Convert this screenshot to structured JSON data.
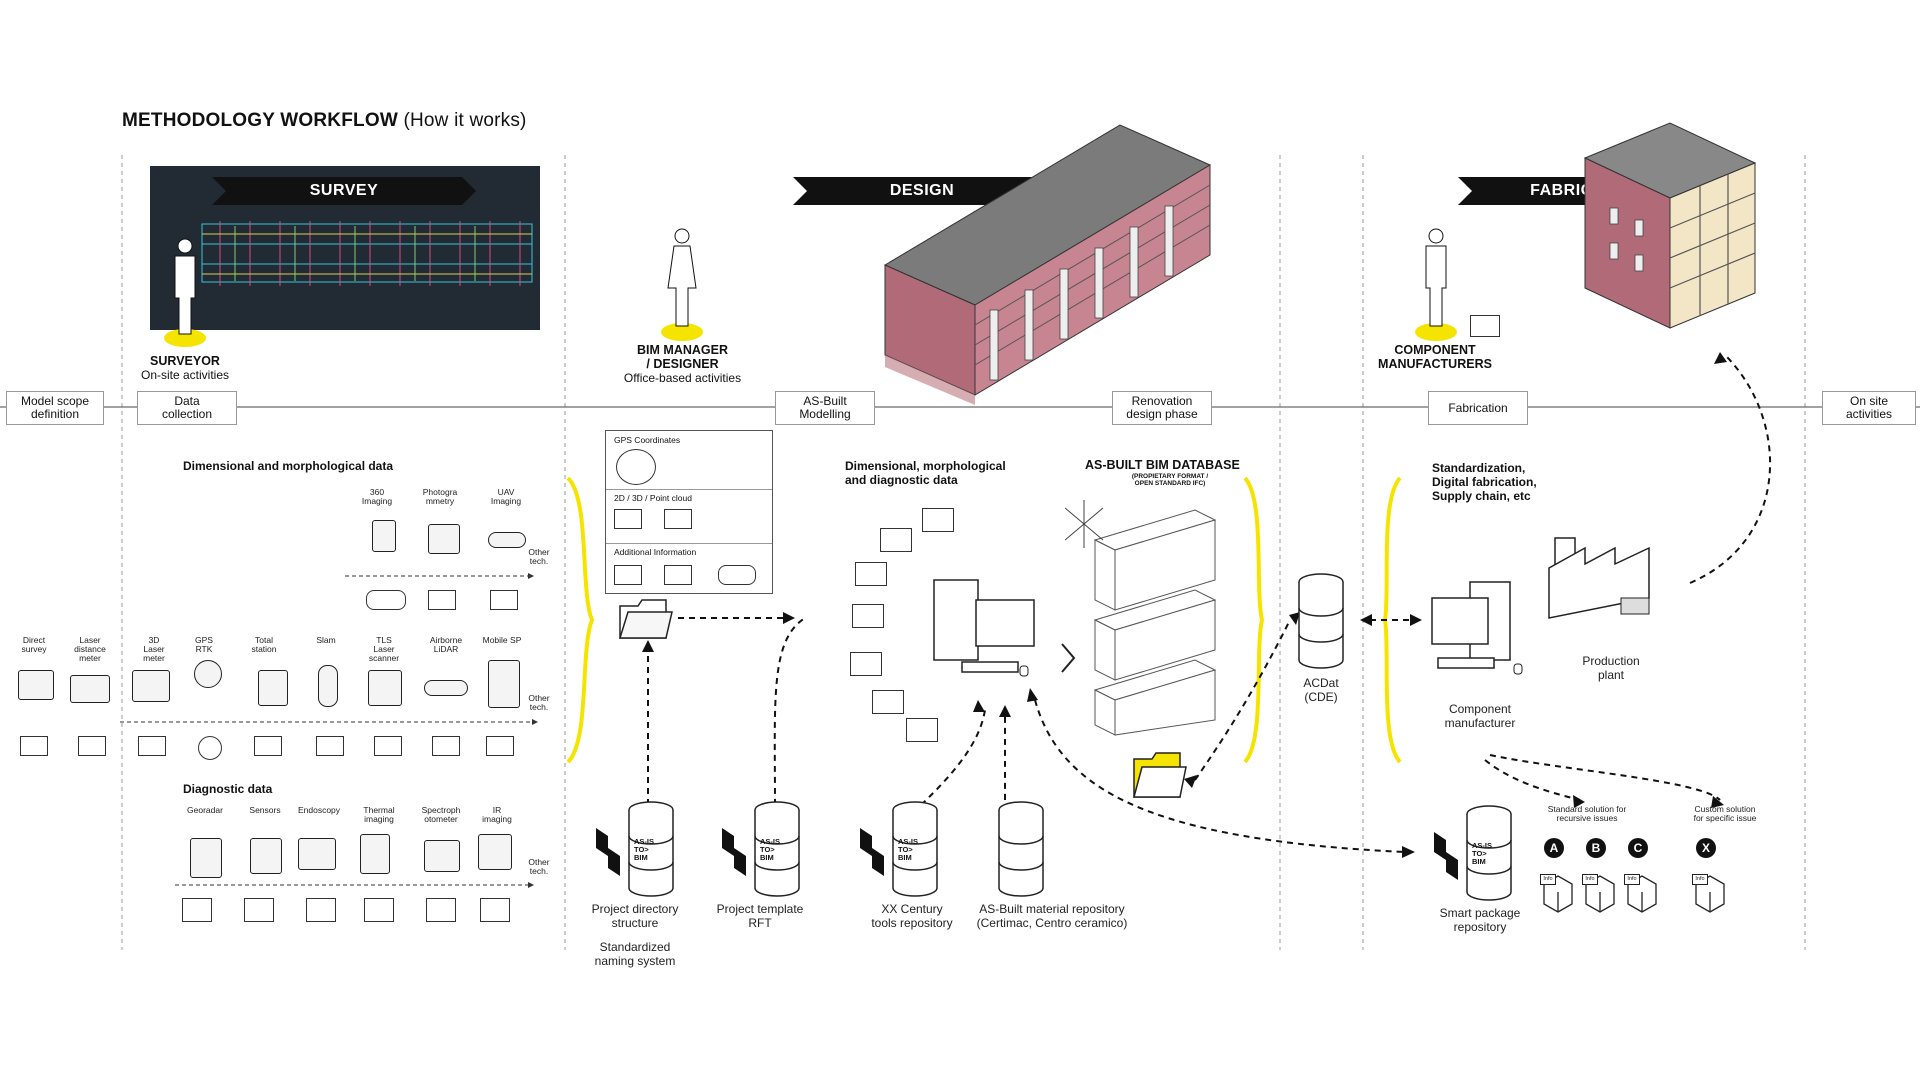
{
  "title": {
    "main": "METHODOLOGY WORKFLOW",
    "sub": "(How it works)"
  },
  "phases": {
    "survey": "SURVEY",
    "design": "DESIGN",
    "fabrication": "FABRICATION"
  },
  "roles": {
    "surveyor": {
      "name": "SURVEYOR",
      "sub": "On-site activities"
    },
    "bim": {
      "name1": "BIM MANAGER",
      "name2": "/ DESIGNER",
      "sub": "Office-based activities"
    },
    "manufacturers": {
      "name1": "COMPONENT",
      "name2": "MANUFACTURERS"
    }
  },
  "timeline": {
    "model_scope": [
      "Model scope",
      "definition"
    ],
    "data_collection": [
      "Data",
      "collection"
    ],
    "as_built": [
      "AS-Built",
      "Modelling"
    ],
    "renovation": [
      "Renovation",
      "design phase"
    ],
    "fabrication": [
      "Fabrication"
    ],
    "on_site": [
      "On site",
      "activities"
    ]
  },
  "survey": {
    "dim_heading": "Dimensional and morphological data",
    "diag_heading": "Diagnostic data",
    "top_tools": [
      [
        "360",
        "Imaging"
      ],
      [
        "Photogra",
        "mmetry"
      ],
      [
        "UAV",
        "Imaging"
      ]
    ],
    "mid_tools": [
      [
        "Direct",
        "survey"
      ],
      [
        "Laser",
        "distance",
        "meter"
      ],
      [
        "3D",
        "Laser",
        "meter"
      ],
      [
        "GPS",
        "RTK"
      ],
      [
        "Total",
        "station"
      ],
      [
        "Slam"
      ],
      [
        "TLS",
        "Laser",
        "scanner"
      ],
      [
        "Airborne",
        "LiDAR"
      ],
      [
        "Mobile SP"
      ]
    ],
    "diag_tools": [
      [
        "Georadar"
      ],
      [
        "Sensors"
      ],
      [
        "Endoscopy"
      ],
      [
        "Thermal",
        "imaging"
      ],
      [
        "Spectroph",
        "otometer"
      ],
      [
        "IR",
        "imaging"
      ]
    ],
    "other_tech": [
      "Other",
      "tech."
    ]
  },
  "info_panel": {
    "gps": "GPS Coordinates",
    "cloud": "2D / 3D / Point cloud",
    "additional": "Additional Information"
  },
  "design": {
    "dim_heading": [
      "Dimensional, morphological",
      "and diagnostic data"
    ],
    "db_heading": "AS-BUILT BIM DATABASE",
    "db_sub": [
      "(PROPIETARY FORMAT /",
      "OPEN STANDARD IFC)"
    ]
  },
  "repositories": {
    "project_dir": [
      "Project directory",
      "structure"
    ],
    "naming": [
      "Standardized",
      "naming system"
    ],
    "template": [
      "Project template",
      "RFT"
    ],
    "xx_century": [
      "XX Century",
      "tools repository"
    ],
    "material": [
      "AS-Built material repository",
      "(Certimac, Centro ceramico)"
    ],
    "acdat": [
      "ACDat",
      "(CDE)"
    ],
    "smart": [
      "Smart package",
      "repository"
    ]
  },
  "logo_text": [
    "AS-IS",
    "TO>",
    "BIM"
  ],
  "fabrication": {
    "heading": [
      "Standardization,",
      "Digital fabrication,",
      "Supply chain, etc"
    ],
    "component": [
      "Component",
      "manufacturer"
    ],
    "plant": [
      "Production",
      "plant"
    ],
    "standard": [
      "Standard solution for",
      "recursive issues"
    ],
    "custom": [
      "Custom solution",
      "for specific issue"
    ],
    "badges": [
      "A",
      "B",
      "C",
      "X"
    ],
    "info": "Info"
  },
  "colors": {
    "accent_yellow": "#f5e400",
    "dark": "#111111",
    "brick": "#b06a78",
    "roof": "#7b7b7b",
    "survey_bg": "#222a33"
  }
}
